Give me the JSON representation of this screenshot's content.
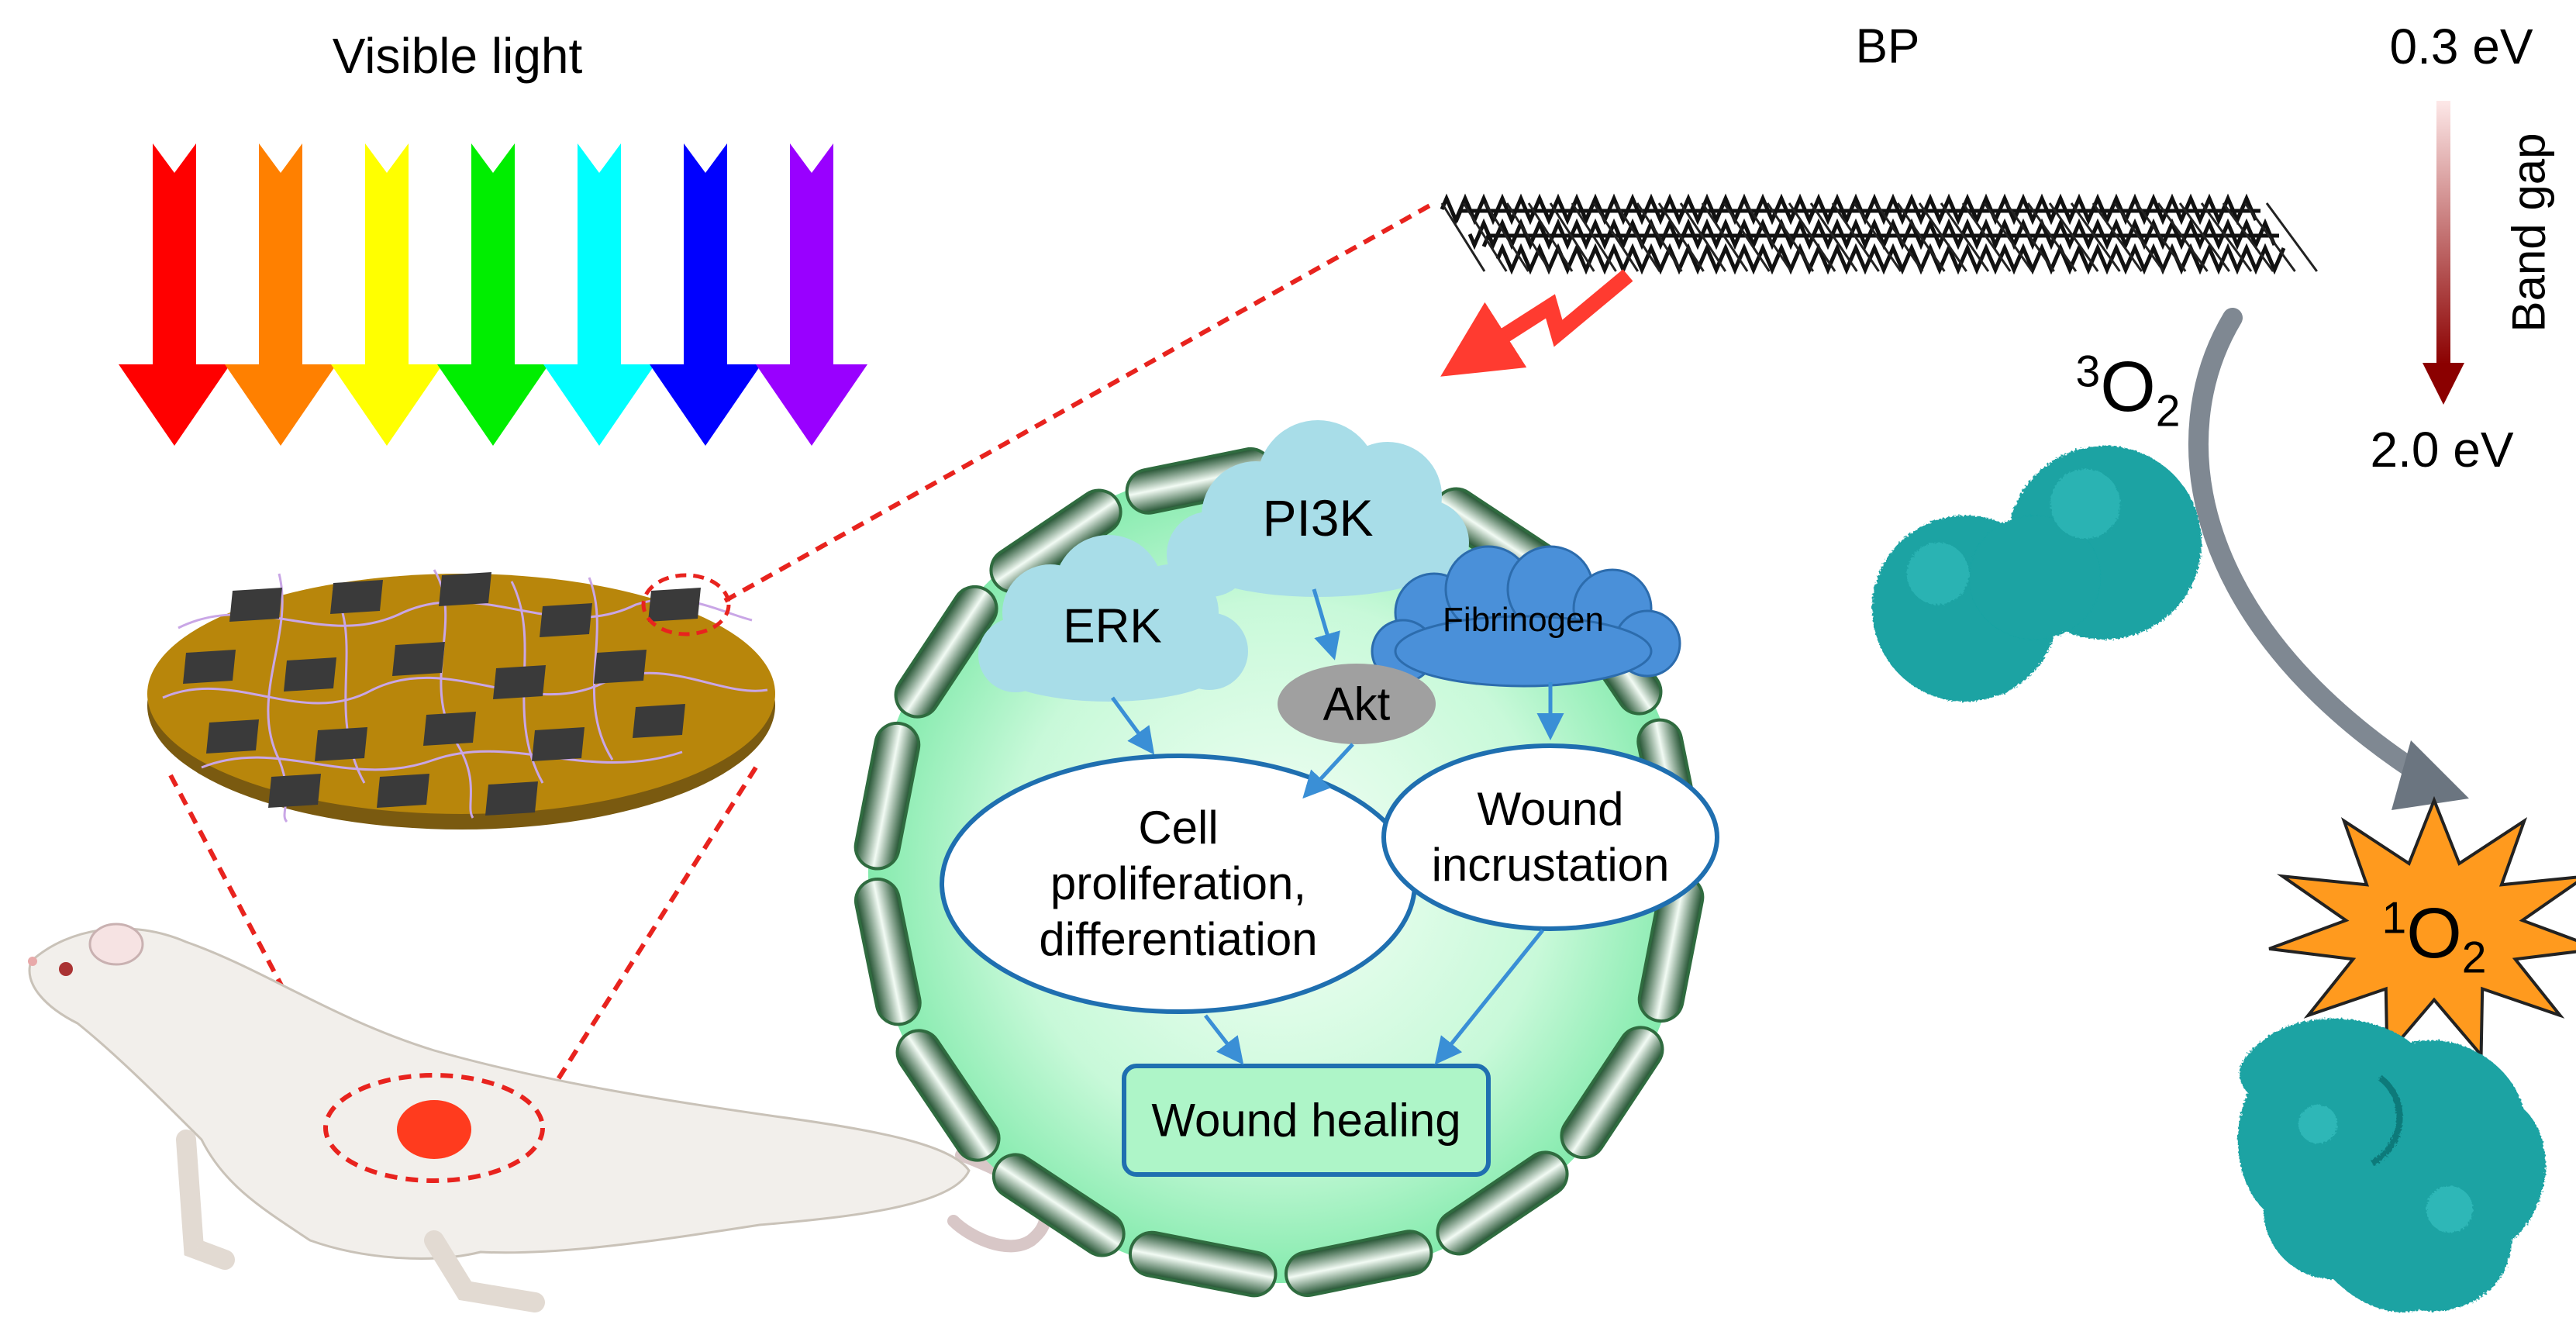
{
  "labels": {
    "visible_light": "Visible light",
    "bp": "BP",
    "band_gap": "Band gap",
    "ev_top": "0.3 eV",
    "ev_bottom": "2.0 eV"
  },
  "oxygen": {
    "triplet": {
      "sup": "3",
      "base": "O",
      "sub": "2"
    },
    "singlet": {
      "sup": "1",
      "base": "O",
      "sub": "2"
    }
  },
  "cell": {
    "pi3k": "PI3K",
    "erk": "ERK",
    "fibrinogen": "Fibrinogen",
    "akt": "Akt",
    "cell_line1": "Cell",
    "cell_line2": "proliferation,",
    "cell_line3": "differentiation",
    "wound_line1": "Wound",
    "wound_line2": "incrustation",
    "wound_healing": "Wound healing"
  },
  "colors": {
    "arrows": [
      "#ff0000",
      "#ff8000",
      "#ffff00",
      "#00ee00",
      "#00ffff",
      "#0000ff",
      "#9900ff"
    ],
    "film": "#b8860b",
    "cell_fill": "#aef5c8",
    "membrane": "#2f6b3f",
    "cloud": "#a8dde8",
    "fibrinogen_cloud": "#4a90d9",
    "akt": "#a0a0a0",
    "ellipse_stroke": "#1f6fb0",
    "dash": "#e8231e",
    "lightning": "#ff3b30",
    "burst": "#ff9a1e",
    "bacteria": "#1aa3a3",
    "band_gradient_top": "#fde8e8",
    "band_gradient_bottom": "#8b0000"
  },
  "icons": {
    "rat": "rat-illustration",
    "bp_sheet": "black-phosphorus-sheet-icon",
    "bacteria_intact": "bacteria-intact-icon",
    "bacteria_damaged": "bacteria-damaged-icon"
  }
}
